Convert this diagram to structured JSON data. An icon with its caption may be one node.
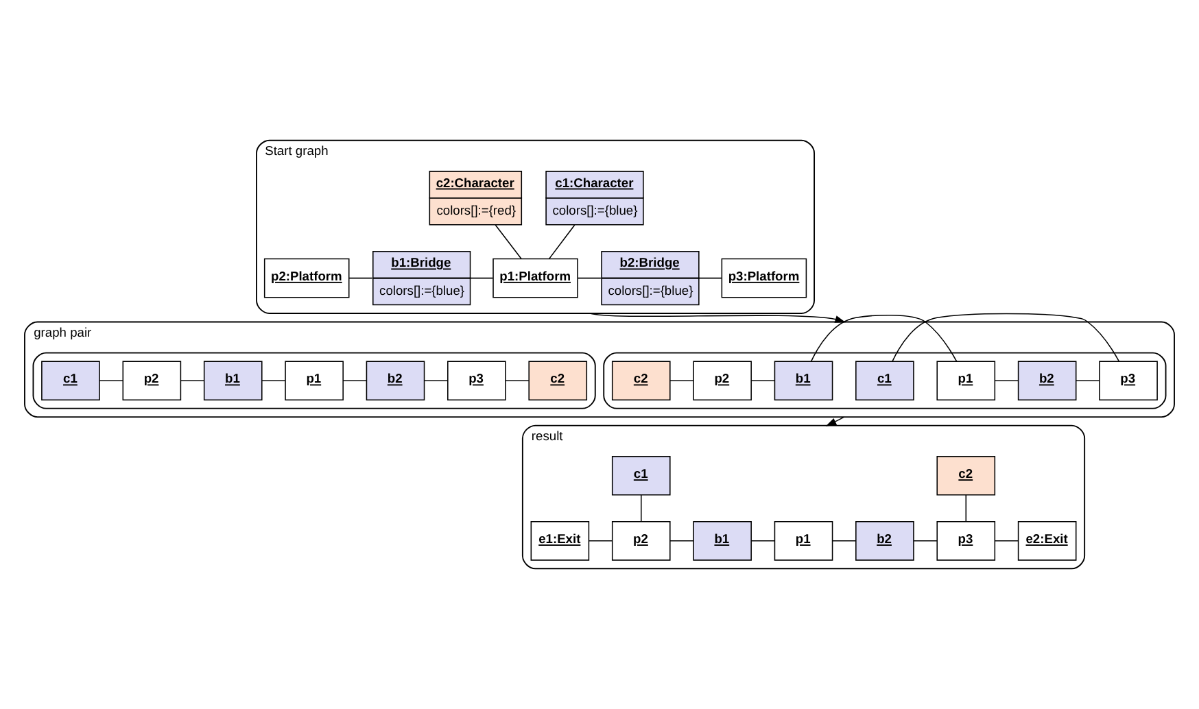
{
  "diagram": {
    "nodes": [
      {
        "text": [
          "Start graph"
        ]
      },
      {
        "text": [
          "c1:Character",
          "colors[]:={blue}"
        ],
        "in": 0
      },
      {
        "text": [
          "c2:Character",
          "colors[]:={red}"
        ],
        "in": 0
      },
      {
        "text": [
          "p2:Platform"
        ],
        "in": 0
      },
      {
        "text": [
          "b1:Bridge",
          "colors[]:={blue}"
        ],
        "in": 0
      },
      {
        "text": [
          "p1:Platform"
        ],
        "in": 0
      },
      {
        "text": [
          "b2:Bridge",
          "colors[]:={blue}"
        ],
        "in": 0
      },
      {
        "text": [
          "p3:Platform"
        ],
        "in": 0
      },
      {
        "text": [
          "graph pair"
        ]
      },
      {
        "text": [],
        "shape": "box",
        "in": 8
      },
      {
        "text": [
          "c2"
        ],
        "in": 9
      },
      {
        "text": [
          "p2"
        ],
        "in": 9
      },
      {
        "text": [
          "b1"
        ],
        "in": 9
      },
      {
        "text": [
          "p1"
        ],
        "in": 9
      },
      {
        "text": [
          "b2"
        ],
        "in": 9
      },
      {
        "text": [
          "p3"
        ],
        "in": 9
      },
      {
        "text": [
          "c1"
        ],
        "in": 9
      },
      {
        "text": [],
        "shape": "box",
        "in": 8
      },
      {
        "text": [
          "c1"
        ],
        "in": 17
      },
      {
        "text": [
          "p2"
        ],
        "in": 17
      },
      {
        "text": [
          "b1"
        ],
        "in": 17
      },
      {
        "text": [
          "p1"
        ],
        "in": 17
      },
      {
        "text": [
          "b2"
        ],
        "in": 17
      },
      {
        "text": [
          "p3"
        ],
        "in": 17
      },
      {
        "text": [
          "c2"
        ],
        "in": 17
      },
      {
        "text": [
          "result"
        ]
      },
      {
        "text": [
          "c1"
        ],
        "in": 25
      },
      {
        "text": [
          "c2"
        ],
        "in": 25
      },
      {
        "text": [
          "e1:Exit"
        ],
        "in": 25
      },
      {
        "text": [
          "p2"
        ],
        "in": 25
      },
      {
        "text": [
          "b1"
        ],
        "in": 25
      },
      {
        "text": [
          "p1"
        ],
        "in": 25
      },
      {
        "text": [
          "b2"
        ],
        "in": 25
      },
      {
        "text": [
          "p3"
        ],
        "in": 25
      },
      {
        "text": [
          "e2:Exit"
        ],
        "in": 25
      }
    ],
    "edges": [
      {
        "from": 1,
        "to": 5,
        "arrow": "none"
      },
      {
        "from": 2,
        "to": 5,
        "arrow": "none"
      },
      {
        "from": 3,
        "to": 4,
        "arrow": "none"
      },
      {
        "from": 4,
        "to": 5,
        "arrow": "none"
      },
      {
        "from": 5,
        "to": 6,
        "arrow": "none"
      },
      {
        "from": 6,
        "to": 7,
        "arrow": "none"
      },
      {
        "from": 0,
        "to": 8,
        "arrow": "to"
      },
      {
        "from": 10,
        "to": 11,
        "arrow": "none"
      },
      {
        "from": 11,
        "to": 12,
        "arrow": "none"
      },
      {
        "from": 12,
        "to": 13,
        "arrow": "none"
      },
      {
        "from": 13,
        "to": 14,
        "arrow": "none"
      },
      {
        "from": 14,
        "to": 15,
        "arrow": "none"
      },
      {
        "from": 15,
        "to": 16,
        "arrow": "none"
      },
      {
        "from": 18,
        "to": 19,
        "arrow": "none"
      },
      {
        "from": 19,
        "to": 20,
        "arrow": "none"
      },
      {
        "from": 20,
        "to": 21,
        "arrow": "none"
      },
      {
        "from": 21,
        "to": 22,
        "arrow": "none"
      },
      {
        "from": 22,
        "to": 23,
        "arrow": "none"
      },
      {
        "from": 23,
        "to": 24,
        "arrow": "none"
      },
      {
        "from": 8,
        "to": 25,
        "arrow": "to"
      },
      {
        "from": 26,
        "to": 29,
        "arrow": "none"
      },
      {
        "from": 27,
        "to": 33,
        "arrow": "none"
      },
      {
        "from": 28,
        "to": 29,
        "arrow": "none"
      },
      {
        "from": 29,
        "to": 30,
        "arrow": "none"
      },
      {
        "from": 30,
        "to": 31,
        "arrow": "none"
      },
      {
        "from": 31,
        "to": 32,
        "arrow": "none"
      },
      {
        "from": 32,
        "to": 33,
        "arrow": "none"
      },
      {
        "from": 33,
        "to": 34,
        "arrow": "none"
      }
    ]
  }
}
